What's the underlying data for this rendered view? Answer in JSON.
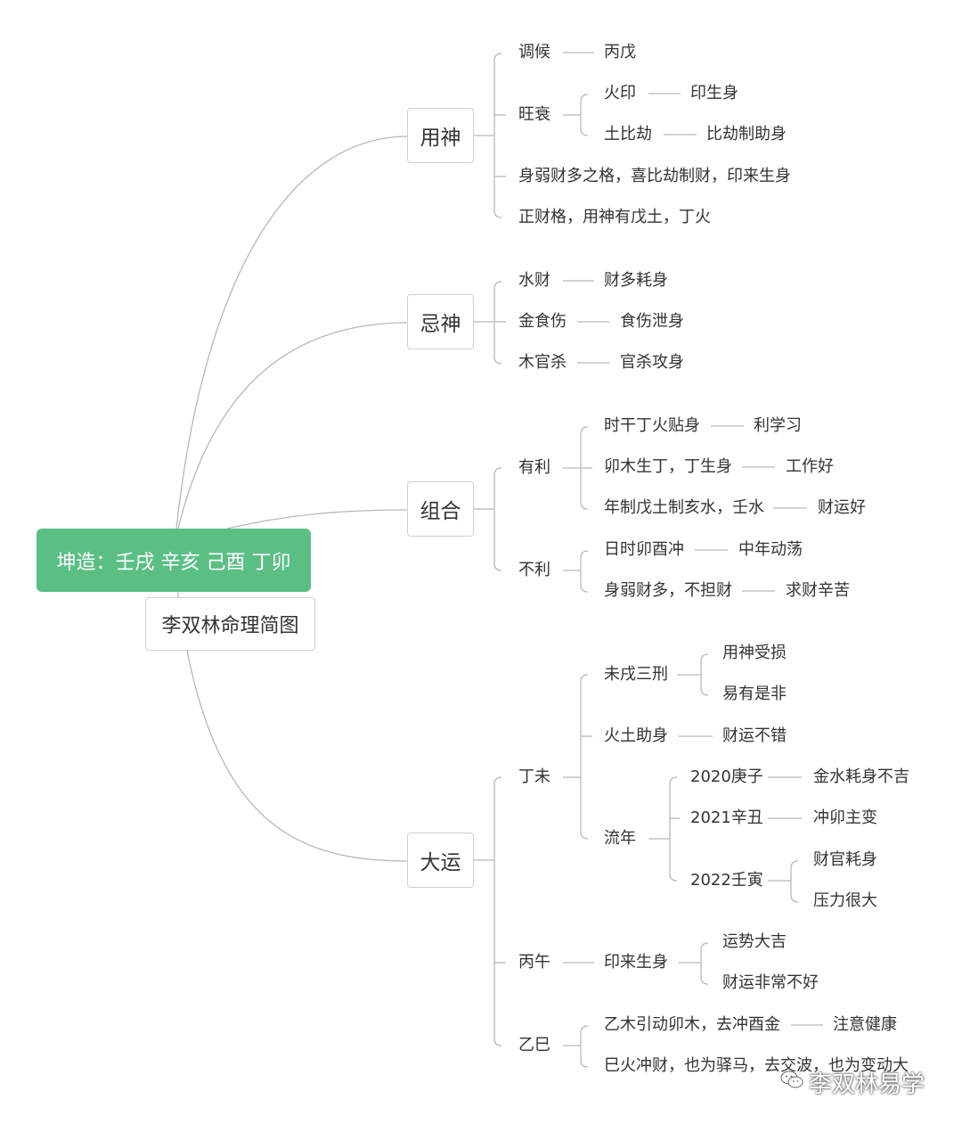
{
  "root": {
    "title": "坤造：壬戌 辛亥 己酉 丁卯",
    "subtitle": "李双林命理简图"
  },
  "branches": {
    "yongshen": {
      "label": "用神",
      "tiaohou": "调候",
      "tiaohou_val": "丙戊",
      "wangshuai": "旺衰",
      "huoyin": "火印",
      "huoyin_val": "印生身",
      "tubijie": "土比劫",
      "tubijie_val": "比劫制助身",
      "note1": "身弱财多之格，喜比劫制财，印来生身",
      "note2": "正财格，用神有戊土，丁火"
    },
    "jishen": {
      "label": "忌神",
      "shuicai": "水财",
      "shuicai_val": "财多耗身",
      "jinshishang": "金食伤",
      "jinshishang_val": "食伤泄身",
      "muguansha": "木官杀",
      "muguansha_val": "官杀攻身"
    },
    "zuhe": {
      "label": "组合",
      "youli": "有利",
      "y1": "时干丁火贴身",
      "y1_val": "利学习",
      "y2": "卯木生丁，丁生身",
      "y2_val": "工作好",
      "y3": "年制戊土制亥水，壬水",
      "y3_val": "财运好",
      "buli": "不利",
      "b1": "日时卯酉冲",
      "b1_val": "中年动荡",
      "b2": "身弱财多，不担财",
      "b2_val": "求财辛苦"
    },
    "dayun": {
      "label": "大运",
      "dingwei": "丁未",
      "weixu": "未戌三刑",
      "weixu_a": "用神受损",
      "weixu_b": "易有是非",
      "huotu": "火土助身",
      "huotu_val": "财运不错",
      "liunian": "流年",
      "y2020": "2020庚子",
      "y2020_val": "金水耗身不吉",
      "y2021": "2021辛丑",
      "y2021_val": "冲卯主变",
      "y2022": "2022壬寅",
      "y2022_a": "财官耗身",
      "y2022_b": "压力很大",
      "bingwu": "丙午",
      "yinlai": "印来生身",
      "yinlai_a": "运势大吉",
      "yinlai_b": "财运非常不好",
      "yisi": "乙巳",
      "ys1": "乙木引动卯木，去冲酉金",
      "ys1_val": "注意健康",
      "ys2": "巳火冲财，也为驿马，去交波，也为变动大"
    }
  },
  "watermark": "李双林易学",
  "colors": {
    "root_bg": "#5bbf85",
    "line": "#b8b8b8",
    "text": "#333333"
  }
}
